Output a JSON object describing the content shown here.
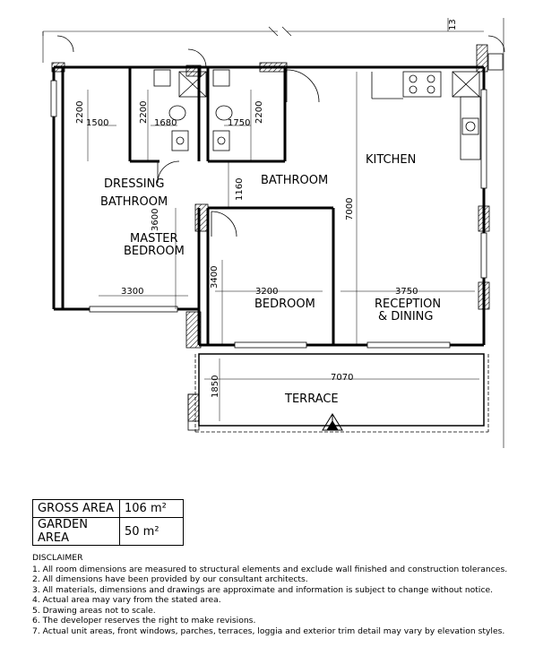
{
  "rooms": {
    "kitchen": "KITCHEN",
    "bathroom": "BATHROOM",
    "dressing": "DRESSING",
    "bathroom_dressing": "BATHROOM",
    "master_1": "MASTER",
    "master_2": "BEDROOM",
    "bedroom": "BEDROOM",
    "reception_1": "RECEPTION",
    "reception_2": "& DINING",
    "terrace": "TERRACE"
  },
  "dimensions": {
    "d2200a": "2200",
    "d1500": "1500",
    "d2200b": "2200",
    "d1680": "1680",
    "d2200c": "2200",
    "d1750": "1750",
    "d1160": "1160",
    "d3600": "3600",
    "d3300": "3300",
    "d3400": "3400",
    "d3200": "3200",
    "d7000": "7000",
    "d3750": "3750",
    "d7070": "7070",
    "d1850": "1850",
    "d13": "13"
  },
  "areas": {
    "gross_label": "GROSS AREA",
    "gross_value": "106 m²",
    "garden_label": "GARDEN AREA",
    "garden_value": "50 m²"
  },
  "disclaimer": {
    "title": "DISCLAIMER",
    "items": [
      "1. All room dimensions are measured to structural elements and exclude wall finished and construction tolerances.",
      "2. All dimensions have been provided by our consultant architects.",
      "3. All materials, dimensions and drawings are approximate and information is subject to change without notice.",
      "4. Actual area may vary from the stated area.",
      "5. Drawing areas not to scale.",
      "6. The developer reserves the right to make revisions.",
      "7. Actual unit areas, front windows, parches, terraces, loggia and exterior trim detail may vary by elevation styles."
    ]
  }
}
